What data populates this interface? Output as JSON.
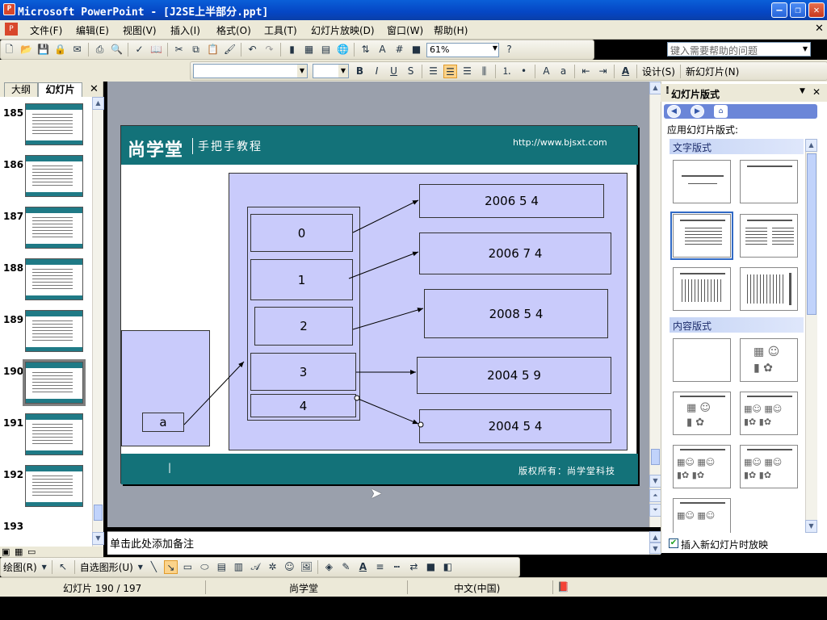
{
  "window": {
    "title": "Microsoft PowerPoint - [J2SE上半部分.ppt]"
  },
  "menu": [
    "文件(F)",
    "编辑(E)",
    "视图(V)",
    "插入(I)",
    "格式(O)",
    "工具(T)",
    "幻灯片放映(D)",
    "窗口(W)",
    "帮助(H)"
  ],
  "help_box": {
    "placeholder": "键入需要帮助的问题"
  },
  "toolbar": {
    "zoom": "61%",
    "design_label": "设计(S)",
    "new_slide_label": "新幻灯片(N)"
  },
  "left_pane": {
    "tabs": [
      "大纲",
      "幻灯片"
    ],
    "slides": [
      "185",
      "186",
      "187",
      "188",
      "189",
      "190",
      "191",
      "192",
      "193"
    ],
    "selected": "190"
  },
  "slide": {
    "logo": "尚学堂",
    "subtitle": "手把手教程",
    "url": "http://www.bjsxt.com",
    "footer_mark": "|",
    "copyright": "版权所有：尚学堂科技",
    "var_label": "a",
    "array_items": [
      "0",
      "1",
      "2",
      "3",
      "4"
    ],
    "dates": [
      "2006 5 4",
      "2006 7 4",
      "2008 5 4",
      "2004 5 9",
      "2004 5 4"
    ]
  },
  "notes": {
    "placeholder": "单击此处添加备注"
  },
  "task_pane": {
    "title": "幻灯片版式",
    "apply_label": "应用幻灯片版式:",
    "section_text": "文字版式",
    "section_content": "内容版式",
    "checkbox_label": "插入新幻灯片时放映"
  },
  "drawing_toolbar": {
    "draw_label": "绘图(R)",
    "autoshape_label": "自选图形(U)"
  },
  "status": {
    "slide_count": "幻灯片 190 / 197",
    "design": "尚学堂",
    "language": "中文(中国)"
  },
  "colors": {
    "slide_header": "#137279",
    "box_fill": "#c9cbfb",
    "title_bar": "#0a5fd8"
  }
}
